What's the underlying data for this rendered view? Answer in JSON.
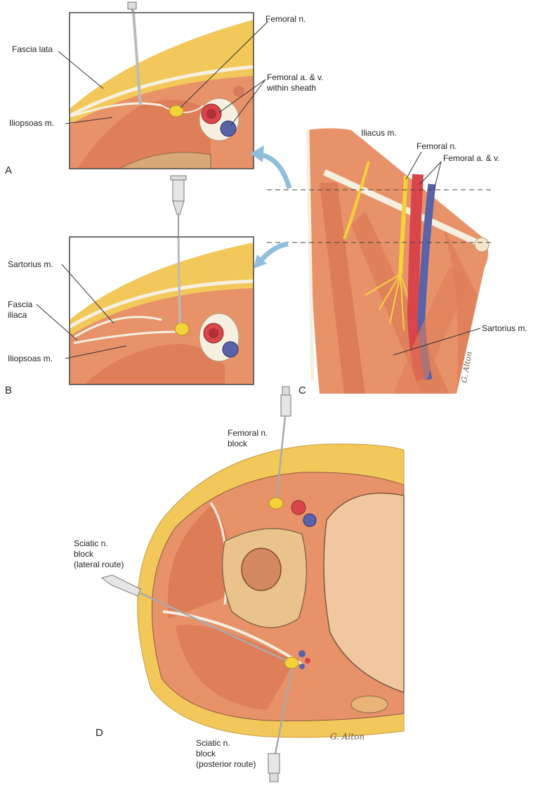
{
  "panels": {
    "a": {
      "letter": "A",
      "labels": {
        "fascia_lata": "Fascia lata",
        "iliopsoas": "Iliopsoas m.",
        "femoral_n": "Femoral n.",
        "femoral_av": "Femoral a. & v.",
        "within_sheath": "within sheath"
      }
    },
    "b": {
      "letter": "B",
      "labels": {
        "sartorius": "Sartorius m.",
        "fascia_iliaca_1": "Fascia",
        "fascia_iliaca_2": "iliaca",
        "iliopsoas": "Iliopsoas m."
      }
    },
    "c": {
      "letter": "C",
      "labels": {
        "iliacus": "Iliacus m.",
        "femoral_n": "Femoral n.",
        "femoral_av": "Femoral a. & v.",
        "sartorius": "Sartorius m."
      }
    },
    "d": {
      "letter": "D",
      "labels": {
        "femoral_block_1": "Femoral n.",
        "femoral_block_2": "block",
        "sciatic_lateral_1": "Sciatic n.",
        "sciatic_lateral_2": "block",
        "sciatic_lateral_3": "(lateral route)",
        "sciatic_posterior_1": "Sciatic n.",
        "sciatic_posterior_2": "block",
        "sciatic_posterior_3": "(posterior route)"
      }
    }
  },
  "colors": {
    "fat": "#f2c85a",
    "muscle": "#e8926a",
    "muscle_dark": "#d6704c",
    "fascia": "#f6f0e0",
    "nerve": "#f3d23a",
    "artery": "#d8454a",
    "vein": "#5a62a8",
    "arrow": "#8fbfdc",
    "bone": "#e9c28c",
    "outline": "#5a4a3a"
  }
}
